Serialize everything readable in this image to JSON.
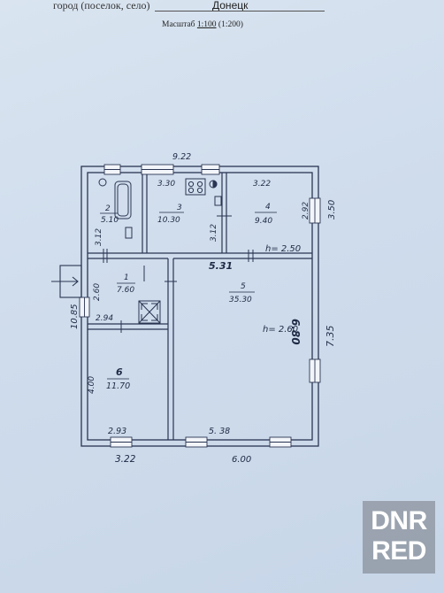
{
  "header": {
    "location_label": "город (поселок, село)",
    "city": "Донецк",
    "scale_label": "Масштаб",
    "scale_primary": "1:100",
    "scale_secondary": "(1:200)"
  },
  "plan": {
    "dims": {
      "top_width": "9.22",
      "right_upper": "3.50",
      "right_total": "7.35",
      "left_total": "10.85",
      "bottom_left": "3.22",
      "bottom_right": "6.00",
      "wall_3_30": "3.30",
      "wall_3_22": "3.22",
      "wall_2_92": "2.92",
      "wall_3_12_a": "3.12",
      "wall_3_12_b": "3.12",
      "height_upper": "h= 2.50",
      "wall_5_31": "5.31",
      "wall_2_60": "2.60",
      "wall_2_94": "2.94",
      "wall_6_80": "6.80",
      "height_main": "h= 2.60",
      "wall_4_00": "4.00",
      "wall_2_93": "2.93",
      "wall_5_38": "5. 38"
    },
    "rooms": [
      {
        "num": "2",
        "area": "5.10"
      },
      {
        "num": "3",
        "area": "10.30"
      },
      {
        "num": "4",
        "area": "9.40"
      },
      {
        "num": "1",
        "area": "7.60"
      },
      {
        "num": "5",
        "area": "35.30"
      },
      {
        "num": "6",
        "area": "11.70"
      }
    ]
  },
  "watermark": {
    "line1": "DNR",
    "line2": "RED"
  }
}
